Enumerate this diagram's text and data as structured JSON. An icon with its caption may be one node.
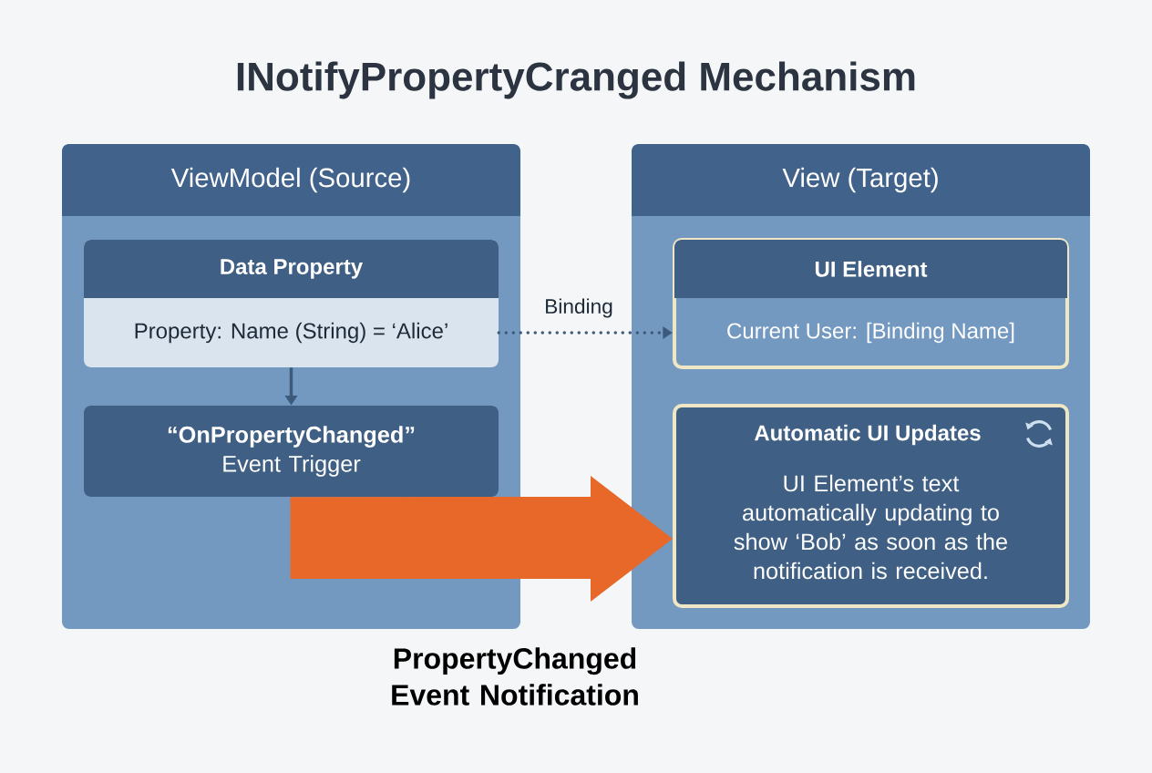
{
  "diagram": {
    "title": "INotifyPropertyCranged Mechanism",
    "nodes": [
      {
        "text": [
          "ViewModel (Source)"
        ]
      },
      {
        "text": [
          "Data Property",
          "Property: Name (String) = ‘Alice’"
        ],
        "in": 0
      },
      {
        "text": [
          "**“OnPropertyChanged”** Event Trigger"
        ],
        "in": 0
      },
      {
        "text": [
          "View (Target)"
        ]
      },
      {
        "text": [
          "UI Element",
          "Current User: [Binding Name]"
        ],
        "in": 3
      },
      {
        "text": [
          "Automatic UI Updates",
          "UI Element’s text automatically updating to show ‘Bob’ as soon as the notification is received."
        ],
        "in": 3
      }
    ],
    "edges": [
      {
        "from": 1,
        "to": 2,
        "arrow": "to"
      },
      {
        "from": 1,
        "to": 4,
        "arrow": "to",
        "label": "Binding",
        "style": "dashed"
      },
      {
        "from": 2,
        "to": 5,
        "arrow": "to",
        "label": "PropertyChanged Event Notification",
        "style": "thick",
        "color": "#e8682a"
      }
    ]
  }
}
